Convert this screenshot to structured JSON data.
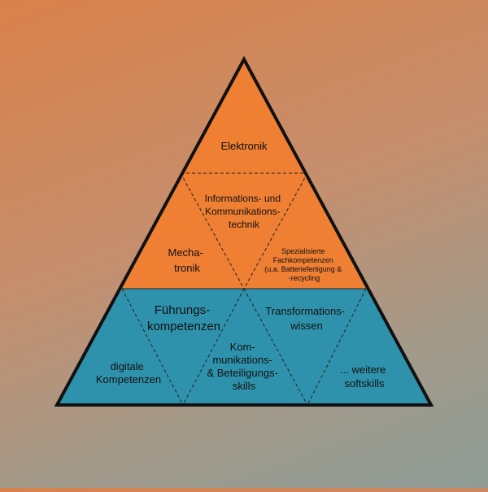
{
  "colors": {
    "upper_fill": "#ee7f33",
    "lower_fill": "#2f92ac",
    "outline": "#111111",
    "dashed": "#222222"
  },
  "labels": {
    "elektronik": [
      "Elektronik"
    ],
    "ikt": [
      "Informations- und",
      "Kommunikations-",
      "technik"
    ],
    "mechatronik": [
      "Mecha-",
      "tronik"
    ],
    "spezialisierte": [
      "Spezialisierte",
      "Fachkompetenzen",
      "(u.a. Batteriefertigung &",
      "-recycling"
    ],
    "fuehrung": [
      "Führungs-",
      "kompetenzen"
    ],
    "transformation": [
      "Transformations-",
      "wissen"
    ],
    "digitale": [
      "digitale",
      "Kompetenzen"
    ],
    "kommunikation": [
      "Kom-",
      "munikations-",
      "& Beteiligungs-",
      "skills"
    ],
    "weitere": [
      "... weitere",
      "softskills"
    ]
  }
}
